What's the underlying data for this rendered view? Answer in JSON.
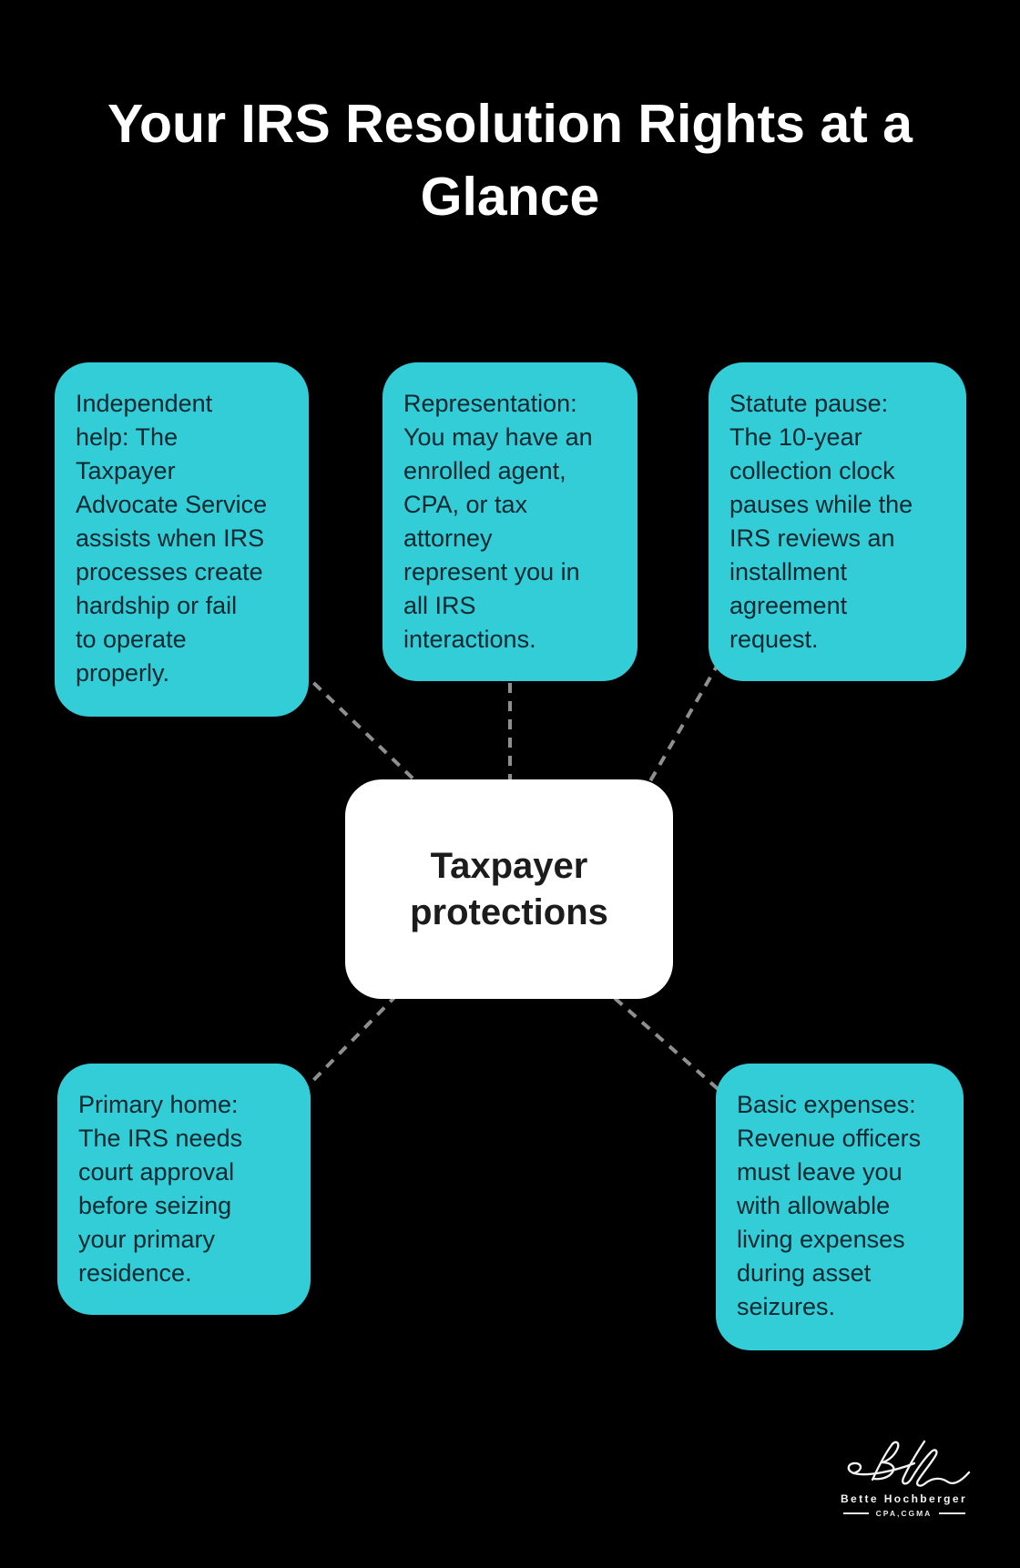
{
  "title": {
    "line1": "Your IRS Resolution Rights at a",
    "line2": "Glance"
  },
  "center_node": {
    "label": "Taxpayer\nprotections"
  },
  "nodes": [
    {
      "id": "independent-help",
      "text": "Independent\nhelp: The\nTaxpayer\nAdvocate Service\nassists when IRS\nprocesses create\nhardship or fail\nto operate\nproperly."
    },
    {
      "id": "representation",
      "text": "Representation:\nYou may have an\nenrolled agent,\nCPA, or tax\nattorney\nrepresent you in\nall IRS\ninteractions."
    },
    {
      "id": "statute-pause",
      "text": "Statute pause:\nThe 10-year\ncollection clock\npauses while the\nIRS reviews an\ninstallment\nagreement\nrequest."
    },
    {
      "id": "primary-home",
      "text": "Primary home:\nThe IRS needs\ncourt approval\nbefore seizing\nyour primary\nresidence."
    },
    {
      "id": "basic-expenses",
      "text": "Basic expenses:\nRevenue officers\nmust leave you\nwith allowable\nliving expenses\nduring asset\nseizures."
    }
  ],
  "footer": {
    "monogram": "BH",
    "name": "Bette Hochberger",
    "credentials": "CPA,CGMA"
  },
  "colors": {
    "background": "#000000",
    "node_fill": "#33cdd8",
    "node_text": "#0c272e",
    "center_fill": "#ffffff",
    "center_text": "#1c1c1c",
    "connector": "#8f8f8f",
    "title_text": "#ffffff",
    "signature_text": "#f2f2f2"
  }
}
